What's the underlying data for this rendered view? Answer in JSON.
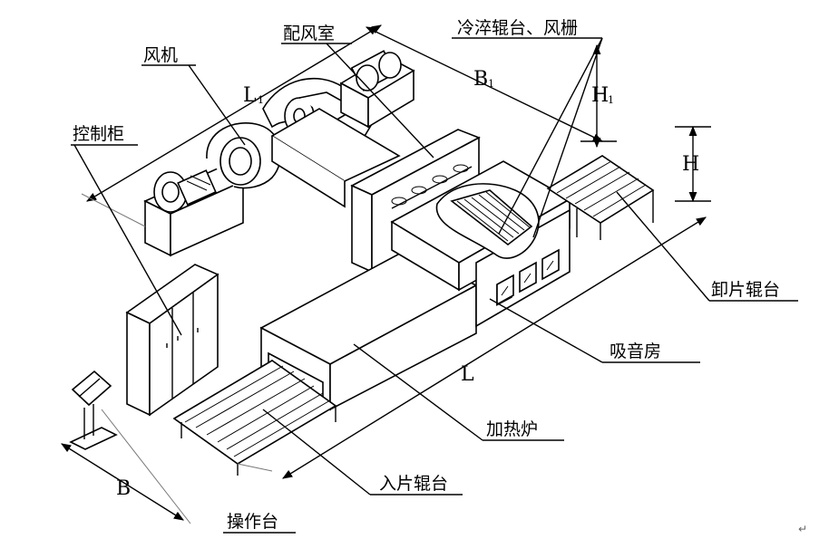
{
  "labels": {
    "fan": "风机",
    "air_distribution_room": "配风室",
    "quench_roller_grid": "冷淬辊台、风栅",
    "control_cabinet": "控制柜",
    "unloading_roller_table": "卸片辊台",
    "sound_absorbing_room": "吸音房",
    "heating_furnace": "加热炉",
    "loading_roller_table": "入片辊台",
    "operating_console": "操作台"
  },
  "dimensions": {
    "L1": "L",
    "L1_sub": "1",
    "B1": "B",
    "B1_sub": "1",
    "H1": "H",
    "H1_sub": "1",
    "H": "H",
    "L": "L",
    "B": "B"
  },
  "mark": "↵"
}
